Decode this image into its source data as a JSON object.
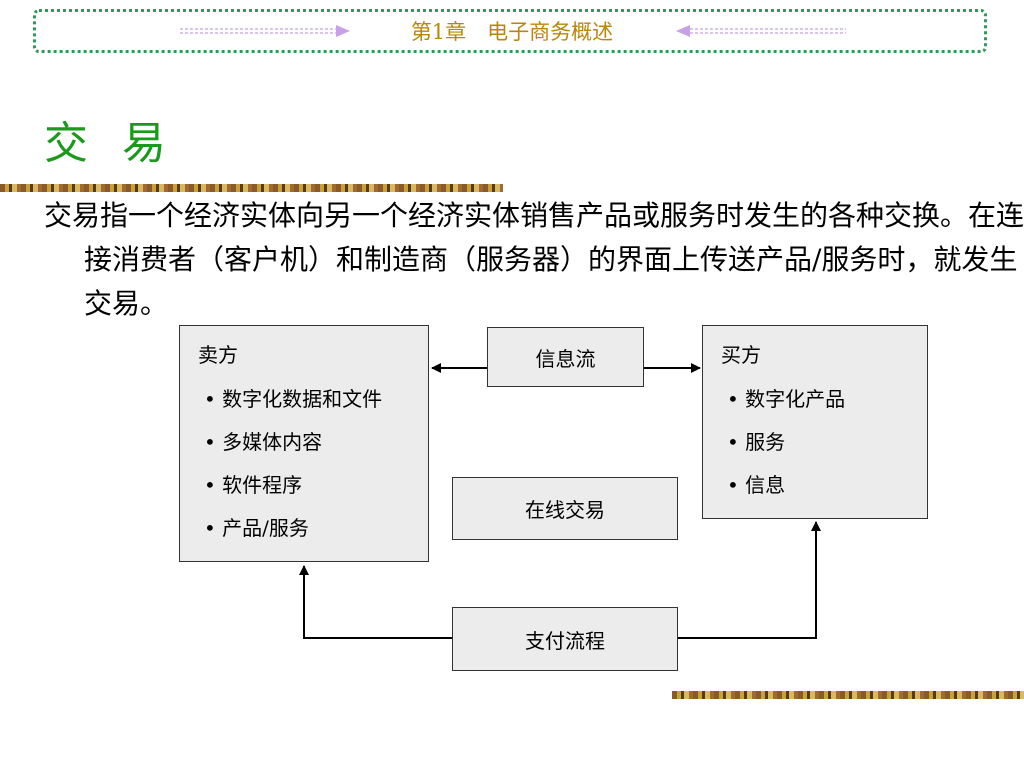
{
  "header": {
    "chapter_title": "第1章　电子商务概述"
  },
  "slide": {
    "title": "交 易",
    "paragraph": "交易指一个经济实体向另一个经济实体销售产品或服务时发生的各种交换。在连接消费者（客户机）和制造商（服务器）的界面上传送产品/服务时，就发生交易。"
  },
  "diagram": {
    "seller": {
      "heading": "卖方",
      "items": [
        "数字化数据和文件",
        "多媒体内容",
        "软件程序",
        "产品/服务"
      ]
    },
    "buyer": {
      "heading": "买方",
      "items": [
        "数字化产品",
        "服务",
        "信息"
      ]
    },
    "info_flow": "信息流",
    "online_trade": "在线交易",
    "payment_flow": "支付流程"
  },
  "colors": {
    "title_green": "#1a9a1a",
    "header_gold": "#b8860b",
    "frame_green": "#2e9a5a",
    "box_fill": "#ececec",
    "arrow_deco": "#c8a0e8"
  }
}
